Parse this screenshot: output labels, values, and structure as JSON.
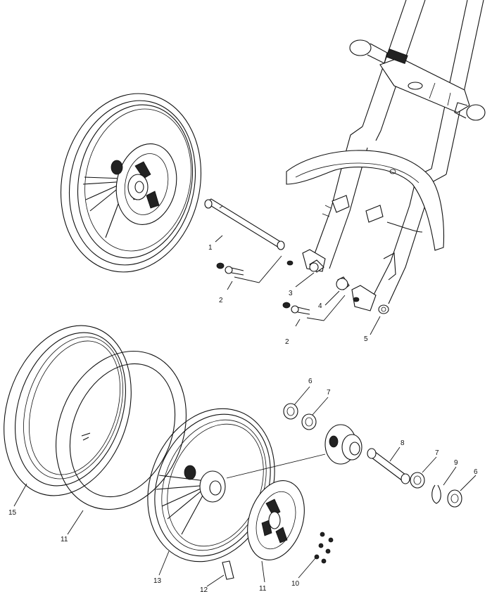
{
  "diagram": {
    "callouts": [
      "1",
      "2",
      "3",
      "4",
      "5",
      "2",
      "6",
      "7",
      "8",
      "7",
      "9",
      "6",
      "15",
      "11",
      "13",
      "12",
      "11",
      "10"
    ]
  }
}
